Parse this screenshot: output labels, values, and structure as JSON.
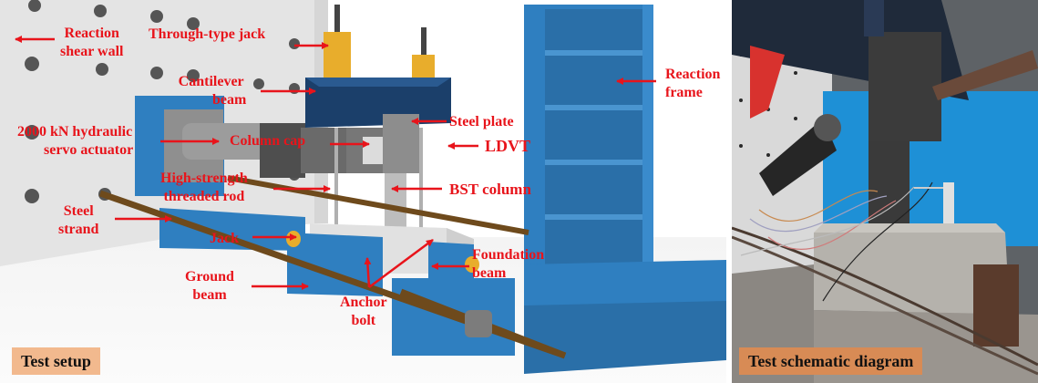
{
  "figure": {
    "left_panel": {
      "caption": "Test setup",
      "labels": {
        "reaction_shear_wall": [
          "Reaction",
          "shear wall"
        ],
        "through_type_jack": "Through-type jack",
        "cantilever_beam": [
          "Cantilever",
          "beam"
        ],
        "actuator": [
          "2000 kN hydraulic",
          "servo actuator"
        ],
        "column_cap": "Column cap",
        "steel_plate": "Steel plate",
        "ldvt": "LDVT",
        "threaded_rod": [
          "High-strength",
          "threaded rod"
        ],
        "bst_column": "BST column",
        "steel_strand": [
          "Steel",
          "strand"
        ],
        "jack": "Jack",
        "foundation_beam": [
          "Foundation",
          "beam"
        ],
        "ground_beam": [
          "Ground",
          "beam"
        ],
        "anchor_bolt": [
          "Anchor",
          "bolt"
        ],
        "reaction_frame": [
          "Reaction",
          "frame"
        ]
      }
    },
    "right_panel": {
      "caption": "Test schematic diagram"
    },
    "colors": {
      "label_red": "#e8141b",
      "steel_blue": "#2f7fc0",
      "caption_bg": "#f2b98e",
      "jack_yellow": "#e8ad2c",
      "wall_gray": "#e6e6e6"
    }
  }
}
